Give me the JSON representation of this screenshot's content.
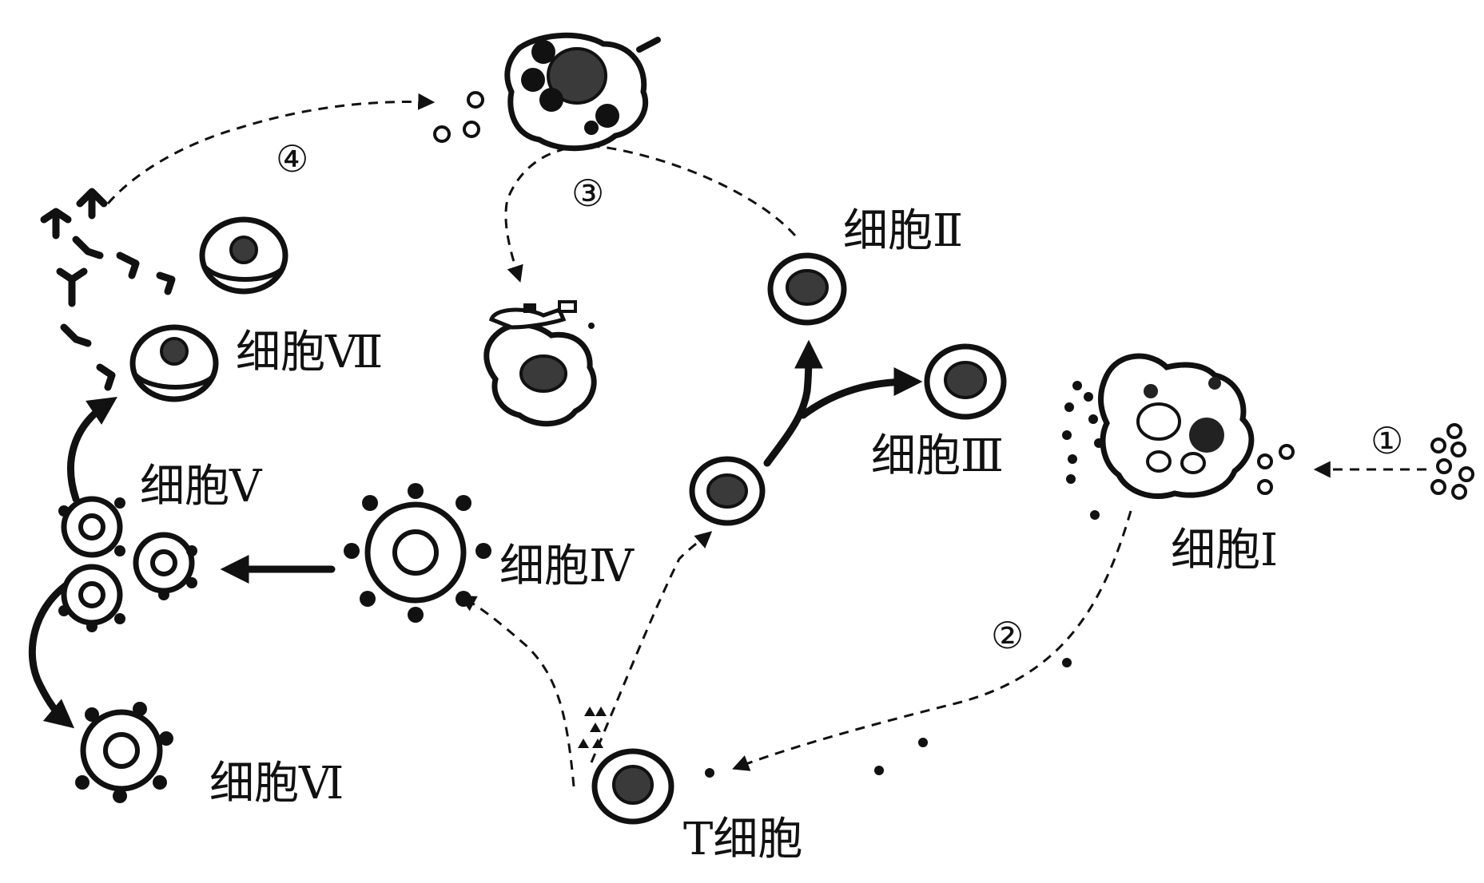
{
  "labels": {
    "cell_1": "细胞Ⅰ",
    "cell_2": "细胞Ⅱ",
    "cell_3": "细胞Ⅲ",
    "cell_4": "细胞Ⅳ",
    "cell_5": "细胞Ⅴ",
    "cell_6": "细胞Ⅵ",
    "cell_7": "细胞Ⅶ",
    "t_cell": "T细胞"
  },
  "steps": {
    "step_1": "①",
    "step_2": "②",
    "step_3": "③",
    "step_4": "④"
  }
}
